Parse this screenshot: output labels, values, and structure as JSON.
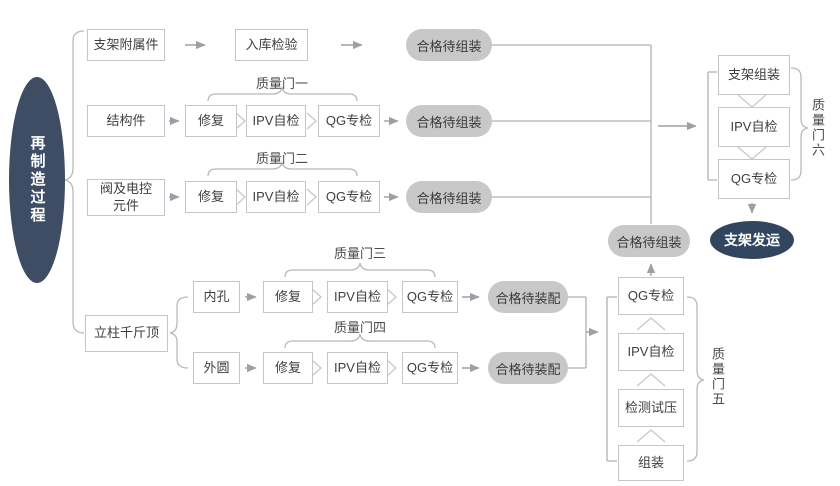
{
  "diagram": {
    "process": "再制造过程",
    "rows": {
      "accessories": {
        "item": "支架附属件",
        "inspect": "入库检验",
        "result": "合格待组装"
      },
      "structure": {
        "item": "结构件",
        "repair": "修复",
        "ipv": "IPV自检",
        "qg": "QG专检",
        "result": "合格待组装",
        "gate": "质量门一"
      },
      "valve": {
        "item": "阀及电控元件",
        "repair": "修复",
        "ipv": "IPV自检",
        "qg": "QG专检",
        "result": "合格待组装",
        "gate": "质量门二"
      },
      "pillar": {
        "item": "立柱千斤顶",
        "inner": {
          "part": "内孔",
          "repair": "修复",
          "ipv": "IPV自检",
          "qg": "QG专检",
          "result": "合格待装配",
          "gate": "质量门三"
        },
        "outer": {
          "part": "外圆",
          "repair": "修复",
          "ipv": "IPV自检",
          "qg": "QG专检",
          "result": "合格待装配",
          "gate": "质量门四"
        }
      }
    },
    "jack_assembly": {
      "steps": [
        "QG专检",
        "IPV自检",
        "检测试压",
        "组装"
      ],
      "result": "合格待组装",
      "gate": "质量门五"
    },
    "final_assembly": {
      "steps": [
        "支架组装",
        "IPV自检",
        "QG专检"
      ],
      "gate": "质量门六",
      "ship": "支架发运"
    },
    "colors": {
      "process_ellipse": "#3e4d64",
      "ship_ellipse": "#31465e",
      "pill_fill": "#c8c8c8",
      "box_border": "#c4c7ca",
      "line": "#adb1b5",
      "arrow": "#9ba0a6",
      "chevron": "#c8cbce",
      "text": "#3f3f3f"
    }
  }
}
